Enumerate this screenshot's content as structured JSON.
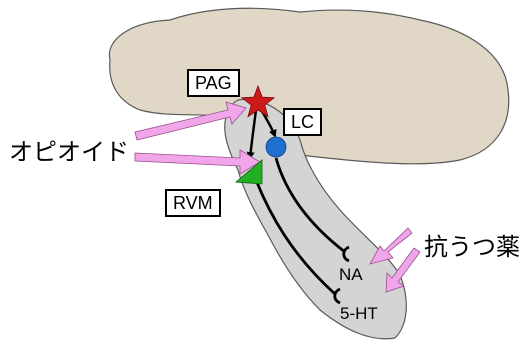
{
  "labels": {
    "pag": "PAG",
    "lc": "LC",
    "rvm": "RVM",
    "opioid": "オピオイド",
    "antidepressant": "抗うつ薬",
    "na": "NA",
    "serotonin": "5-HT"
  },
  "colors": {
    "cerebrum": "#e0d7c6",
    "brainstem": "#d4d4d4",
    "outline": "#5a5a5a",
    "pag_star": "#cc1a1a",
    "lc_circle": "#1f6fd0",
    "rvm_triangle": "#22b022",
    "drug_arrow": "#f0a6e8",
    "drug_arrow_edge": "#9a5090",
    "pathway": "#000000"
  }
}
